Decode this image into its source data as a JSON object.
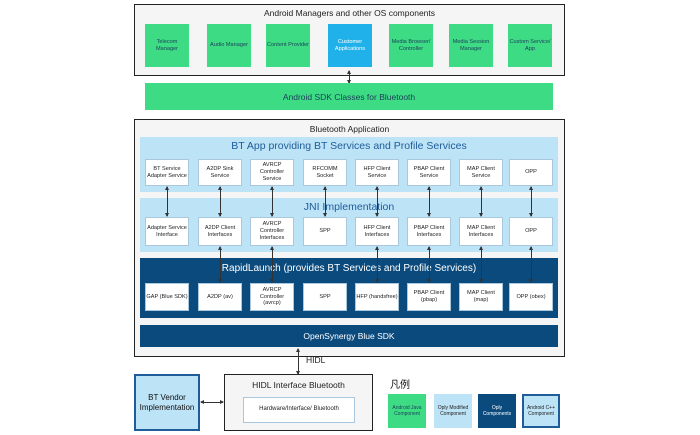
{
  "managers": {
    "title": "Android Managers and other OS components",
    "items": [
      {
        "label": "Telecom Manager",
        "kind": "green"
      },
      {
        "label": "Audio Manager",
        "kind": "green"
      },
      {
        "label": "Content Provider",
        "kind": "green"
      },
      {
        "label": "Customer Applications",
        "kind": "cyan"
      },
      {
        "label": "Media Browser/ Controller",
        "kind": "green"
      },
      {
        "label": "Media Session Manager",
        "kind": "green"
      },
      {
        "label": "Custom Service/ App",
        "kind": "green"
      }
    ]
  },
  "sdk_bar": {
    "label": "Android SDK Classes for Bluetooth"
  },
  "bt_app": {
    "title": "Bluetooth Application",
    "services_panel": {
      "title": "BT App providing BT Services and Profile Services",
      "items": [
        "BT Service Adapter Service",
        "A2DP Sink Service",
        "AVRCP Controller Service",
        "RFCOMM Socket",
        "HFP Client Service",
        "PBAP Client Service",
        "MAP Client Service",
        "OPP"
      ]
    },
    "jni_panel": {
      "title": "JNI Implementation",
      "items": [
        "Adapter Service Interface",
        "A2DP Client Interfaces",
        "AVRCP Controller Interfaces",
        "SPP",
        "HFP Client Interfaces",
        "PBAP Client Interfaces",
        "MAP Client Interfaces",
        "OPP"
      ]
    },
    "rapid_panel": {
      "title": "RapidLaunch (provides BT Services and Profile Services)",
      "items": [
        "GAP (Blue SDK)",
        "A2DP (av)",
        "AVRCP Controller (avrcp)",
        "SPP",
        "HFP (handsfree)",
        "PBAP Client (pbap)",
        "MAP Client (map)",
        "OPP (obex)"
      ]
    },
    "opensynergy": "OpenSynergy Blue SDK"
  },
  "hidl_label": "HIDL",
  "hidl_interface": {
    "title": "HIDL Interface Bluetooth",
    "inner": "Hardware/Interface/ Bluetooth"
  },
  "vendor": {
    "label": "BT Vendor Implementation"
  },
  "legend": {
    "title": "凡例",
    "items": [
      {
        "label": "Android Java Component",
        "kind": "green"
      },
      {
        "label": "Oply Modified Component",
        "kind": "mod"
      },
      {
        "label": "Oply Components",
        "kind": "navy"
      },
      {
        "label": "Android C++ Component",
        "kind": "vendor"
      }
    ]
  },
  "colors": {
    "android_green": "#3ddc84",
    "customer_cyan": "#21b1ea",
    "modified_blue": "#bde3f7",
    "oply_navy": "#0b4a7d",
    "panel_title_blue": "#1f5c99"
  }
}
